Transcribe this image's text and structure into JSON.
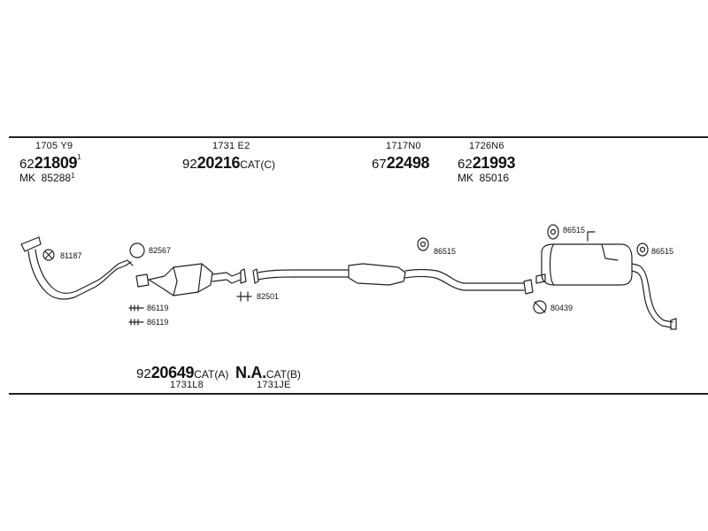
{
  "groups": [
    {
      "code": "1705 Y9",
      "prefix": "62",
      "number": "21809",
      "sup": "1",
      "mk_prefix": "MK",
      "mk_number": "85288",
      "mk_sup": "1"
    },
    {
      "code": "1731 E2",
      "prefix": "92",
      "number": "20216",
      "suffix": "CAT(C)"
    },
    {
      "code": "1717N0",
      "prefix": "67",
      "number": "22498"
    },
    {
      "code": "1726N6",
      "prefix": "62",
      "number": "21993",
      "mk_prefix": "MK",
      "mk_number": "85016"
    }
  ],
  "bottom": {
    "cat_a": {
      "prefix": "92",
      "number": "20649",
      "suffix": "CAT(A)",
      "code": "1731L8"
    },
    "cat_b": {
      "number": "N.A.",
      "suffix": "CAT(B)",
      "code": "1731JE"
    }
  },
  "labels": {
    "clamp_81187": "81187",
    "ring_82567": "82567",
    "bolt_86119_a": "86119",
    "bolt_86119_b": "86119",
    "clamp_82501": "82501",
    "hanger_86515_mid": "86515",
    "hanger_86515_top": "86515",
    "hanger_86515_right": "86515",
    "clamp_80439": "80439"
  }
}
